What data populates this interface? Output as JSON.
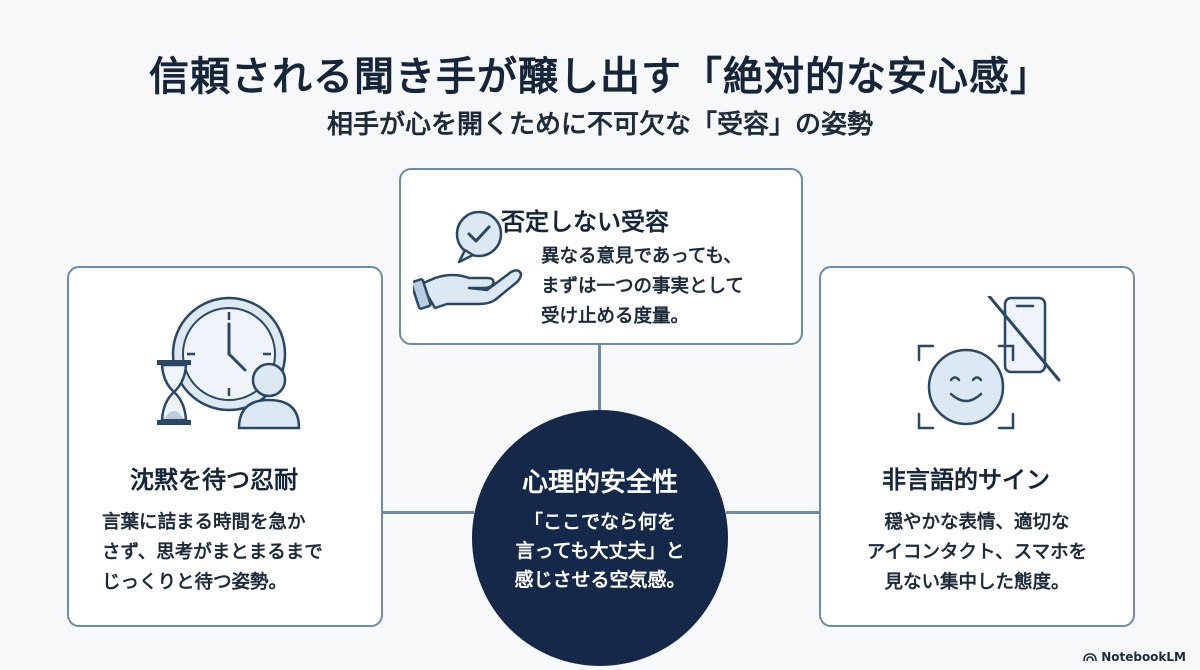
{
  "title": "信頼される聞き手が醸し出す「絶対的な安心感」",
  "subtitle": "相手が心を開くために不可欠な「受容」の姿勢",
  "center": {
    "title": "心理的安全性",
    "lines": [
      "「ここでなら何を",
      "言っても大丈夫」と",
      "感じさせる空気感。"
    ]
  },
  "cards": {
    "top": {
      "title": "否定しない受容",
      "icon": "hand-with-check-bubble-icon",
      "lines": [
        "異なる意見であっても、",
        "まずは一つの事実として",
        "受け止める度量。"
      ]
    },
    "left": {
      "title": "沈黙を待つ忍耐",
      "icon": "clock-hourglass-person-icon",
      "lines": [
        "言葉に詰まる時間を急か",
        "さず、思考がまとまるまで",
        "じっくりと待つ姿勢。"
      ]
    },
    "right": {
      "title": "非言語的サイン",
      "icon": "smiley-face-no-phone-icon",
      "lines": [
        "穏やかな表情、適切な",
        "アイコンタクト、スマホを",
        "見ない集中した態度。"
      ]
    }
  },
  "brand": "NotebookLM",
  "colors": {
    "navy": "#14294a",
    "border": "#6e8aa5",
    "icon_fill": "#dce8f4",
    "background": "#f6f8fa"
  }
}
